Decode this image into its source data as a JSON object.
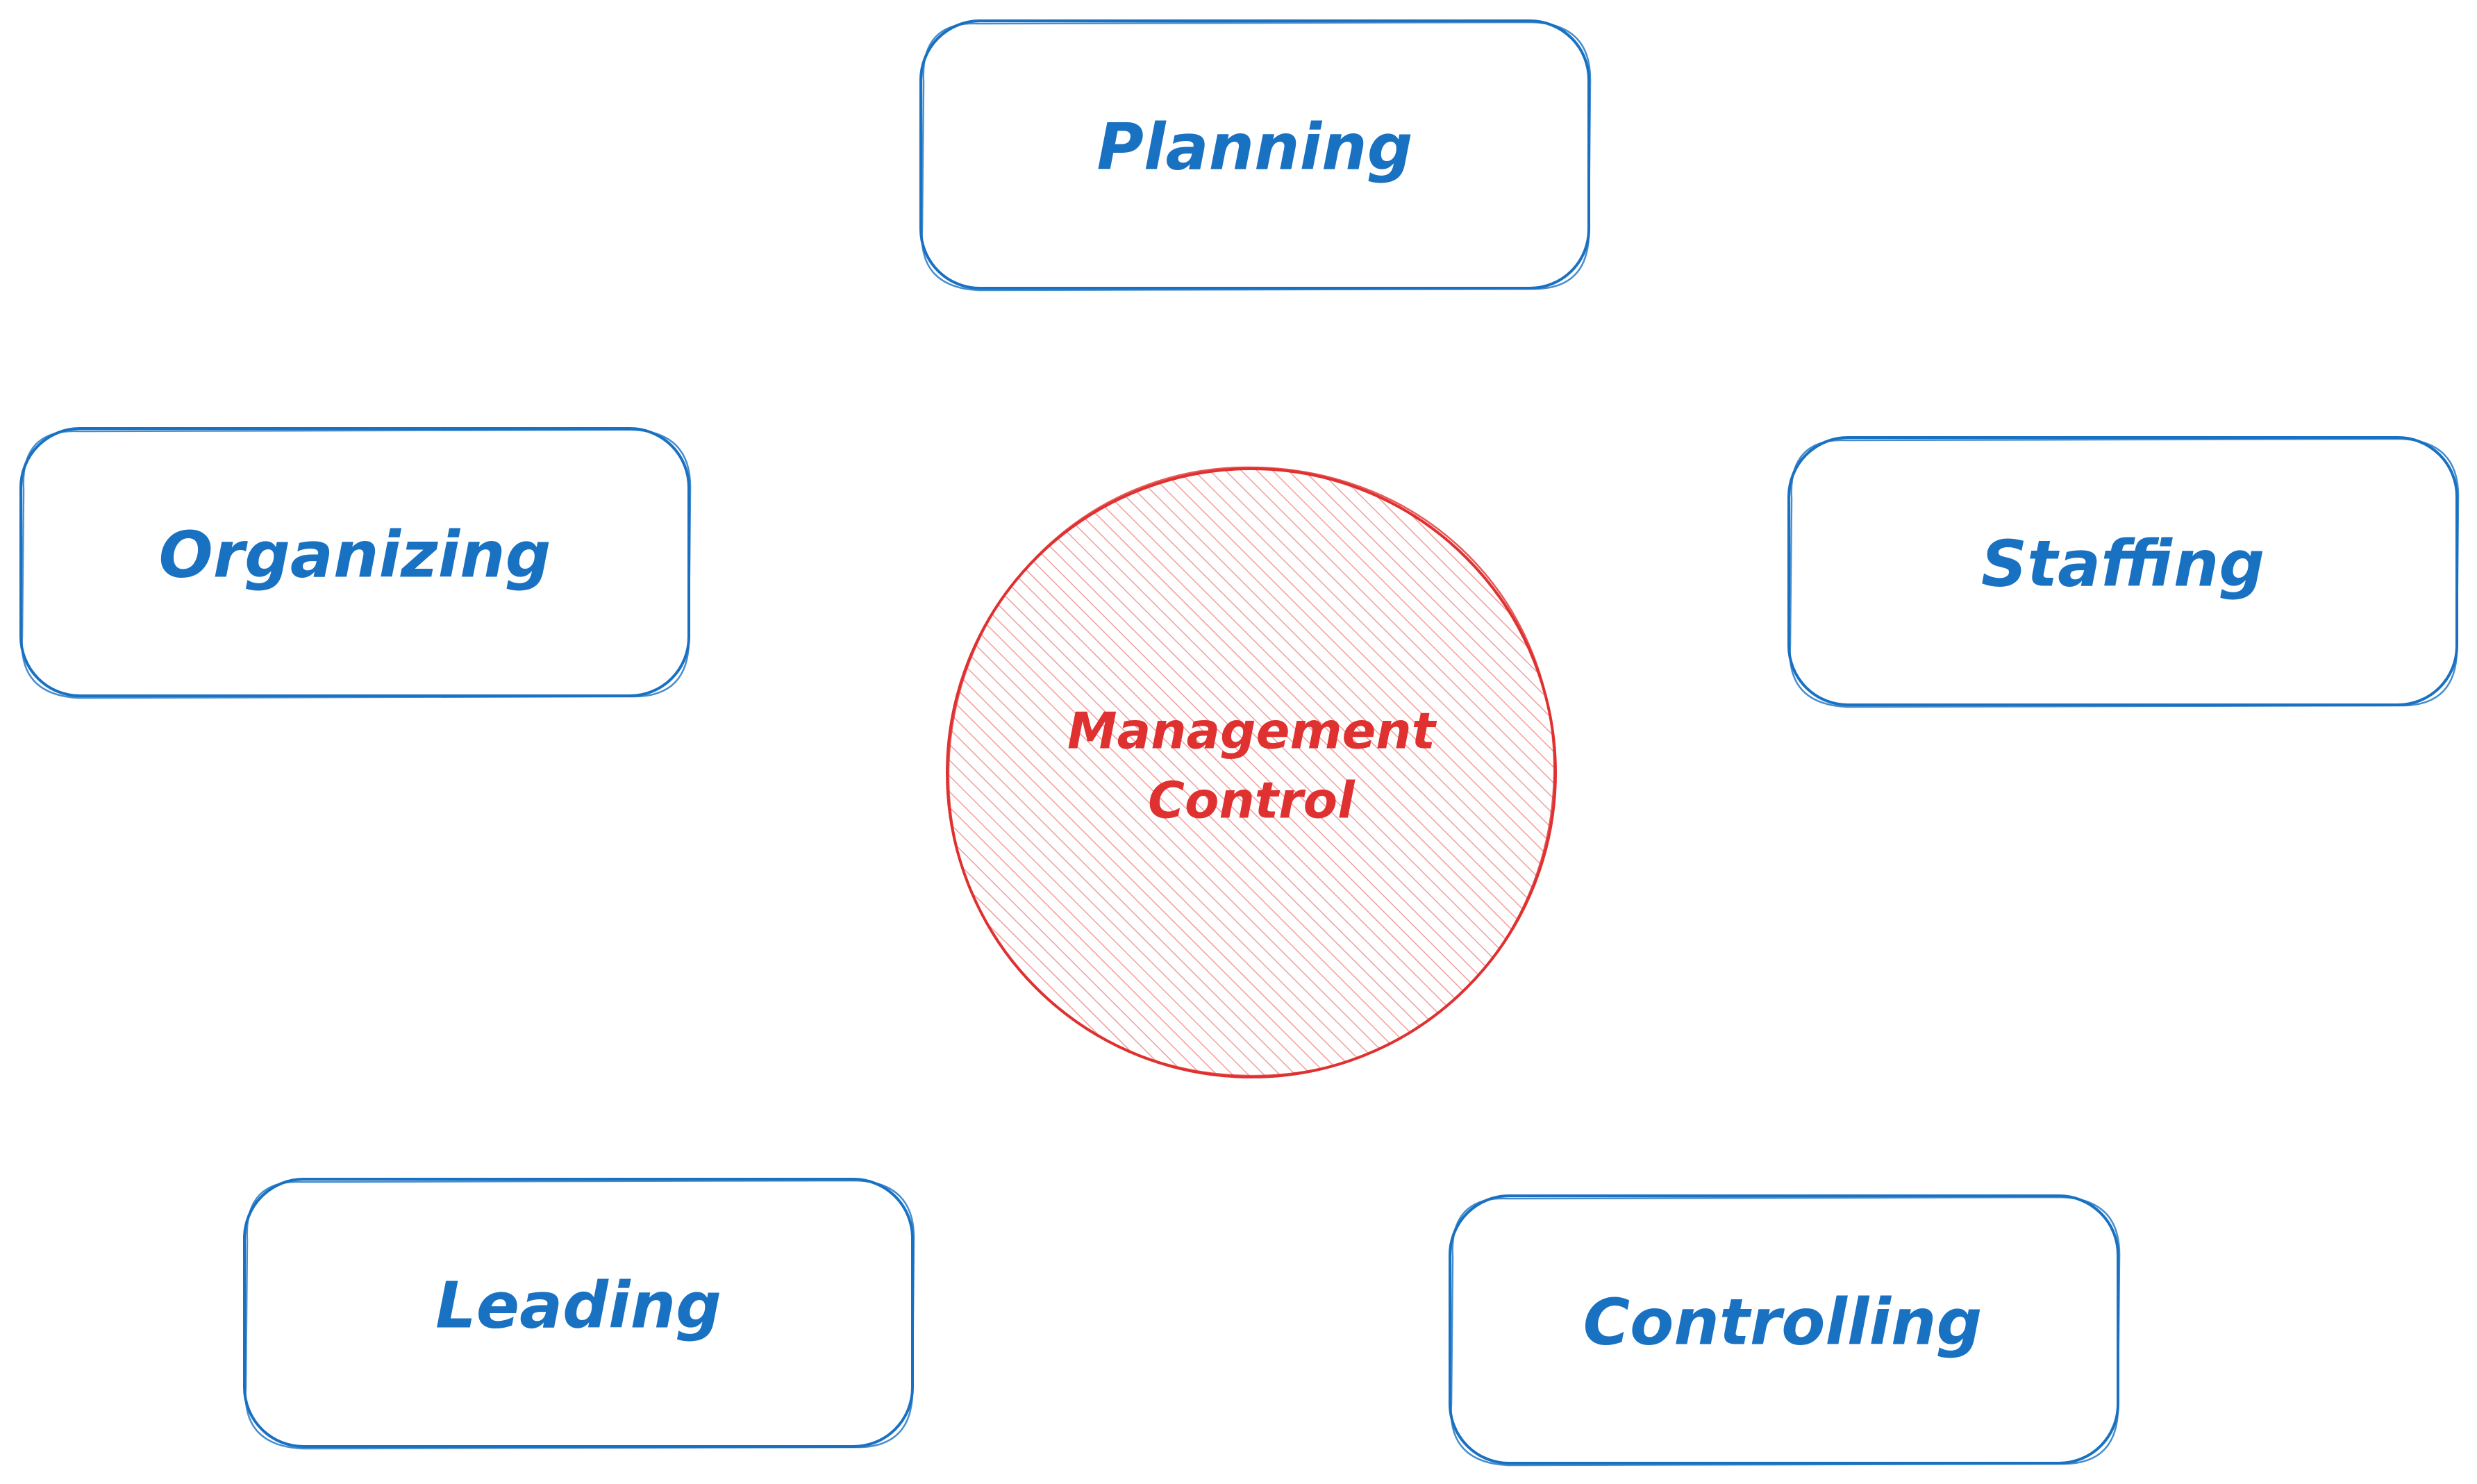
{
  "diagram": {
    "center": {
      "label_line1": "Management",
      "label_line2": "Control"
    },
    "nodes": [
      {
        "id": "planning",
        "label": "Planning"
      },
      {
        "id": "organizing",
        "label": "Organizing"
      },
      {
        "id": "staffing",
        "label": "Staffing"
      },
      {
        "id": "leading",
        "label": "Leading"
      },
      {
        "id": "controlling",
        "label": "Controlling"
      }
    ]
  },
  "colors": {
    "box_stroke": "#1971c2",
    "box_text": "#1971c2",
    "circle_stroke": "#e03131",
    "circle_hatch": "#ffc9c9",
    "circle_text": "#e03131"
  }
}
